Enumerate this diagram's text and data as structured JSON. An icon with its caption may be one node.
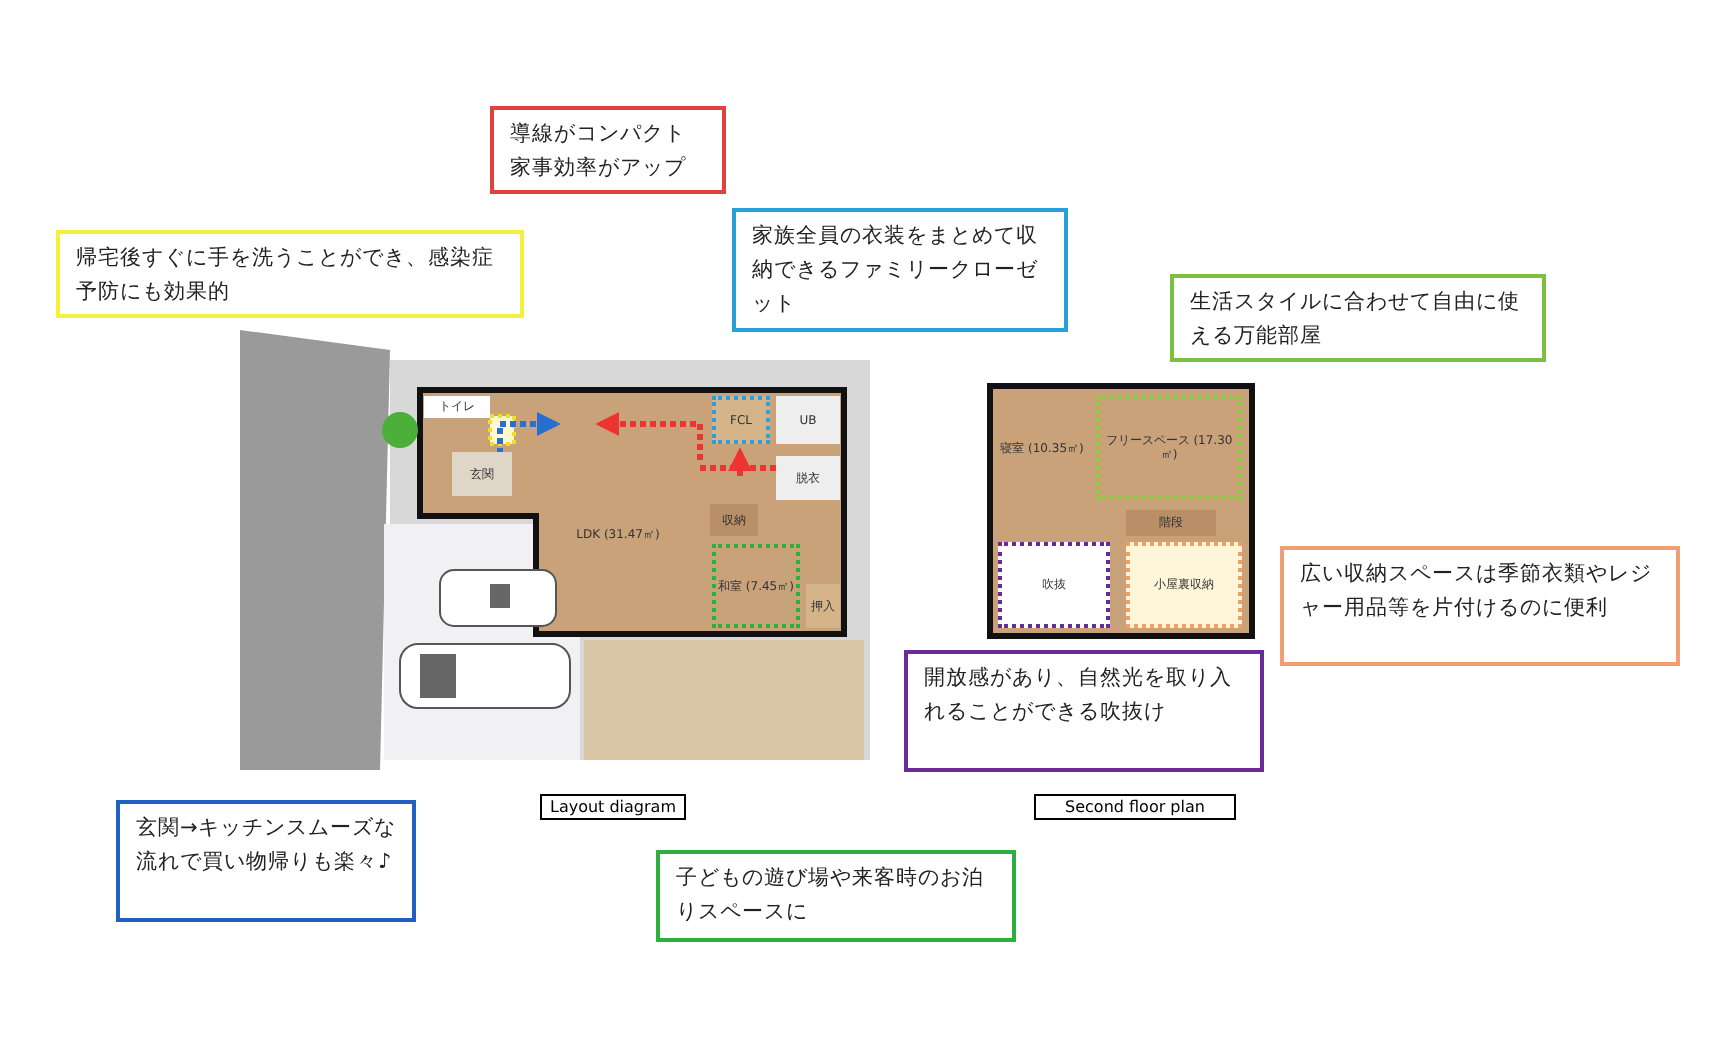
{
  "diagram": {
    "nodes": [
      {
        "text": [
          "導線がコンパクト家事効率がアップ"
        ]
      },
      {
        "text": [
          "帰宅後すぐに手を洗うことができ、感染症予防にも効果的"
        ]
      },
      {
        "text": [
          "家族全員の衣装をまとめて収納できるファミリークローゼット"
        ]
      },
      {
        "text": [
          "生活スタイルに合わせて自由に使える万能部屋"
        ]
      },
      {
        "text": [
          "トイレ"
        ]
      },
      {
        "text": [
          "LDK (31.47㎡)"
        ]
      },
      {
        "text": [
          "FCL"
        ]
      },
      {
        "text": [
          "UB"
        ]
      },
      {
        "text": [
          "玄関"
        ]
      },
      {
        "text": [
          "脱衣"
        ]
      },
      {
        "text": [
          "寝室 (10.35㎡)"
        ]
      },
      {
        "text": [
          "フリースペース (17.30㎡)"
        ]
      },
      {
        "text": [
          "収納"
        ]
      },
      {
        "text": [
          "階段"
        ]
      },
      {
        "text": [
          "和室 (7.45㎡)"
        ]
      },
      {
        "text": [
          "押入"
        ]
      },
      {
        "text": [
          "吹抜"
        ]
      },
      {
        "text": [
          "小屋裏収納"
        ]
      },
      {
        "text": [
          "広い収納スペースは季節衣類やレジャー用品等を片付けるのに便利"
        ]
      },
      {
        "text": [
          "開放感があり、自然光を取り入れることができる吹抜け"
        ]
      },
      {
        "text": [
          "玄関→キッチンスムーズな流れで買い物帰りも楽々♪"
        ]
      },
      {
        "text": [
          "子どもの遊び場や来客時のお泊りスペースに"
        ]
      }
    ],
    "labels": [
      "Layout diagram",
      "Second floor plan"
    ]
  }
}
